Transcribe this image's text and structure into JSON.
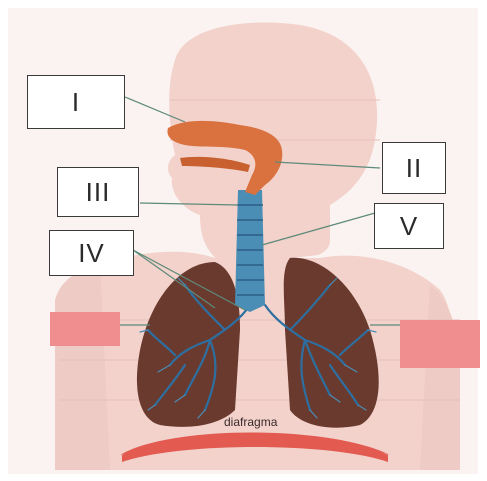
{
  "labels": [
    {
      "id": "I",
      "text": "I"
    },
    {
      "id": "II",
      "text": "II"
    },
    {
      "id": "III",
      "text": "III"
    },
    {
      "id": "IV",
      "text": "IV"
    },
    {
      "id": "V",
      "text": "V"
    }
  ],
  "captions": {
    "diaphragm": "diafragma"
  },
  "colors": {
    "background": "#ffffff",
    "body_silhouette": "#f2d2cb",
    "lung": "#6b3a2e",
    "bronchi": "#2c6fa0",
    "trachea": "#4a8db5",
    "nasal_cavity": "#d9723f",
    "diaphragm": "#e25a50",
    "answer_box": "#f08d8f"
  },
  "icons": {
    "figure": "human-respiratory-system-illustration"
  }
}
